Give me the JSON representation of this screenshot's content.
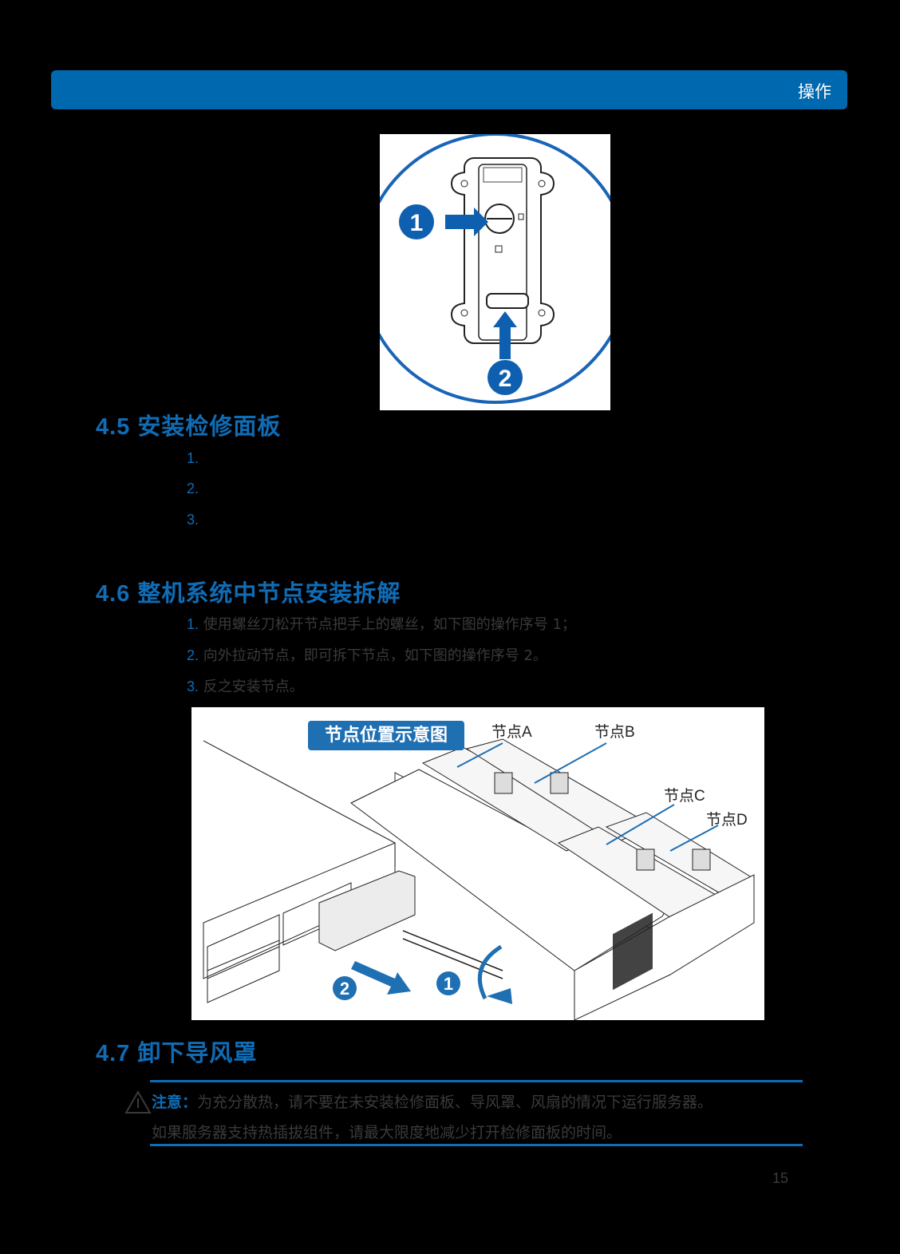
{
  "header": {
    "title": "操作",
    "bar_color": "#0068ae"
  },
  "figure1": {
    "callouts": [
      "1",
      "2"
    ],
    "accent": "#0f5fb0"
  },
  "sections": [
    {
      "title": "4.5 安装检修面板",
      "steps": [
        {
          "num": "1.",
          "text": ""
        },
        {
          "num": "2.",
          "text": ""
        },
        {
          "num": "3.",
          "text": ""
        }
      ]
    },
    {
      "title": "4.6 整机系统中节点安装拆解",
      "steps": [
        {
          "num": "1.",
          "text": "使用螺丝刀松开节点把手上的螺丝，如下图的操作序号 1；"
        },
        {
          "num": "2.",
          "text": "向外拉动节点，即可拆下节点，如下图的操作序号 2。"
        },
        {
          "num": "3.",
          "text": "反之安装节点。"
        }
      ]
    },
    {
      "title": "4.7 卸下导风罩",
      "steps": []
    }
  ],
  "figure2": {
    "badge": "节点位置示意图",
    "nodes": [
      "节点A",
      "节点B",
      "节点C",
      "节点D"
    ],
    "callouts": [
      "1",
      "2"
    ]
  },
  "notice": {
    "label": "注意：",
    "line1": "为充分散热，请不要在未安装检修面板、导风罩、风扇的情况下运行服务器。",
    "line2": "如果服务器支持热插拔组件，请最大限度地减少打开检修面板的时间。"
  },
  "footer": {
    "page_number": "15"
  }
}
